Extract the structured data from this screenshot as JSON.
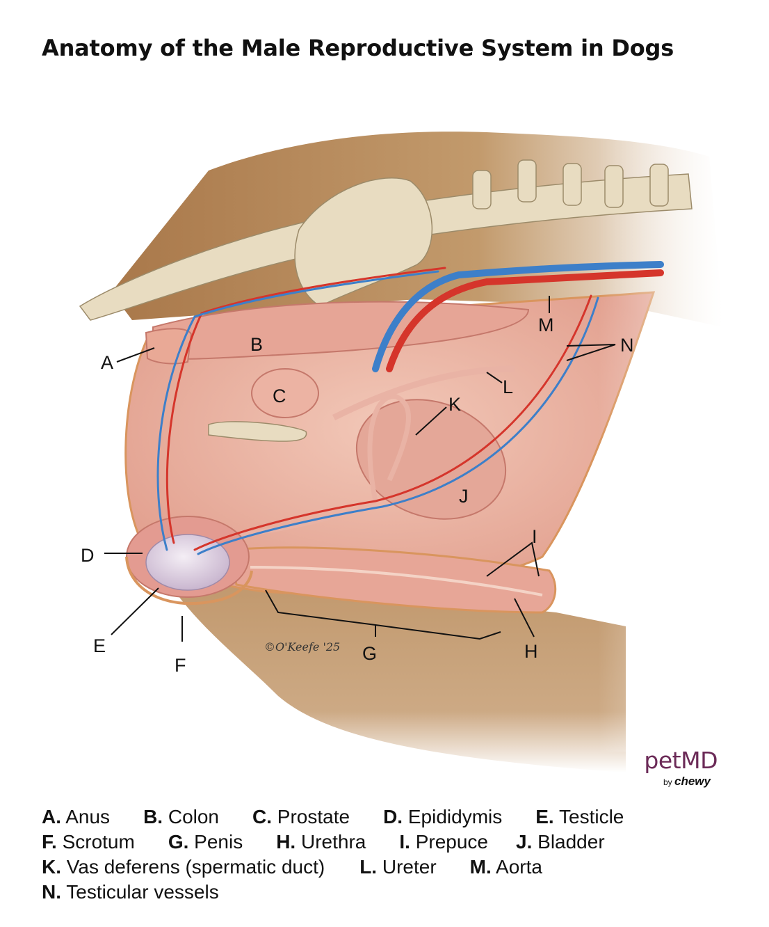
{
  "title": "Anatomy of the Male Reproductive System in Dogs",
  "colors": {
    "fur": "#b98c5c",
    "bone": "#e8dcc1",
    "tissue": "#e6a596",
    "artery": "#d5352b",
    "vein": "#3d7fc9",
    "brand": "#6b2a57"
  },
  "labels": {
    "A": "A",
    "B": "B",
    "C": "C",
    "D": "D",
    "E": "E",
    "F": "F",
    "G": "G",
    "H": "H",
    "I": "I",
    "J": "J",
    "K": "K",
    "L": "L",
    "M": "M",
    "N": "N"
  },
  "legend": [
    [
      {
        "letter": "A.",
        "name": "Anus"
      },
      {
        "letter": "B.",
        "name": "Colon"
      },
      {
        "letter": "C.",
        "name": "Prostate"
      },
      {
        "letter": "D.",
        "name": "Epididymis"
      },
      {
        "letter": "E.",
        "name": "Testicle"
      }
    ],
    [
      {
        "letter": "F.",
        "name": "Scrotum"
      },
      {
        "letter": "G.",
        "name": "Penis"
      },
      {
        "letter": "H.",
        "name": "Urethra"
      },
      {
        "letter": "I.",
        "name": "Prepuce"
      },
      {
        "letter": "J.",
        "name": "Bladder"
      }
    ],
    [
      {
        "letter": "K.",
        "name": "Vas deferens (spermatic duct)"
      },
      {
        "letter": "L.",
        "name": "Ureter"
      },
      {
        "letter": "M.",
        "name": "Aorta"
      }
    ],
    [
      {
        "letter": "N.",
        "name": "Testicular vessels"
      }
    ]
  ],
  "logo": {
    "brand": "petMD",
    "by": "by",
    "parent": "chewy"
  },
  "signature": "©O'Keefe '25"
}
